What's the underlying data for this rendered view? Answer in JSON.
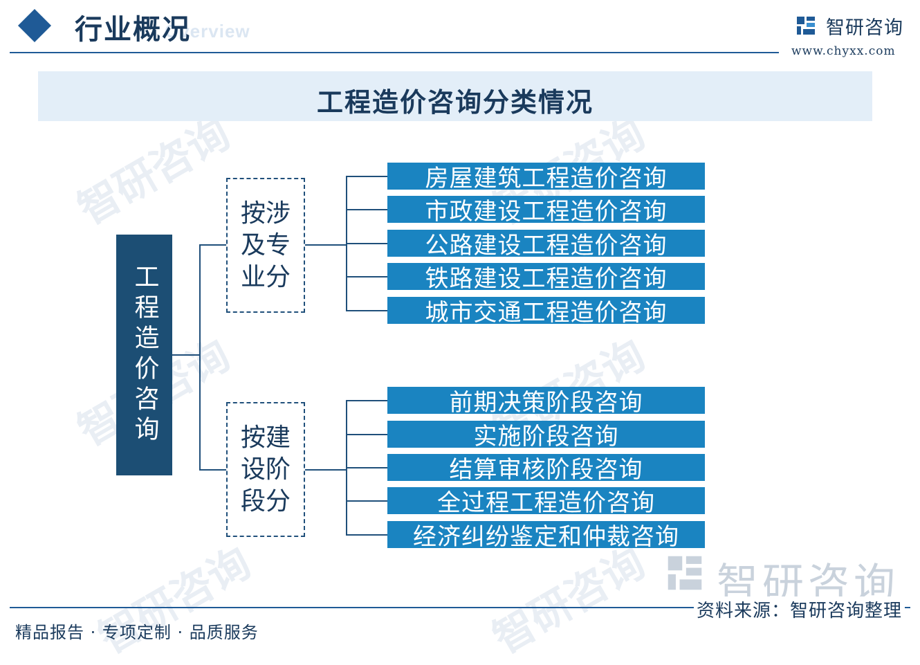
{
  "header": {
    "title": "行业概况",
    "subtitle": "Overview",
    "brand_name": "智研咨询",
    "brand_url": "www.chyxx.com"
  },
  "diagram": {
    "title": "工程造价咨询分类情况",
    "root": "工程造价咨询",
    "groups": [
      {
        "label": "按涉及专业分",
        "items": [
          "房屋建筑工程造价咨询",
          "市政建设工程造价咨询",
          "公路建设工程造价咨询",
          "铁路建设工程造价咨询",
          "城市交通工程造价咨询"
        ]
      },
      {
        "label": "按建设阶段分",
        "items": [
          "前期决策阶段咨询",
          "实施阶段咨询",
          "结算审核阶段咨询",
          "全过程工程造价咨询",
          "经济纠纷鉴定和仲裁咨询"
        ]
      }
    ]
  },
  "footer": {
    "tagline": "精品报告 · 专项定制 · 品质服务",
    "source": "资料来源：智研咨询整理"
  },
  "watermark": {
    "text": "智研咨询"
  },
  "colors": {
    "root_fill": "#1c4e74",
    "leaf_fill": "#1a84c1",
    "accent": "#1f5a96",
    "title_band": "#e3eef8"
  }
}
